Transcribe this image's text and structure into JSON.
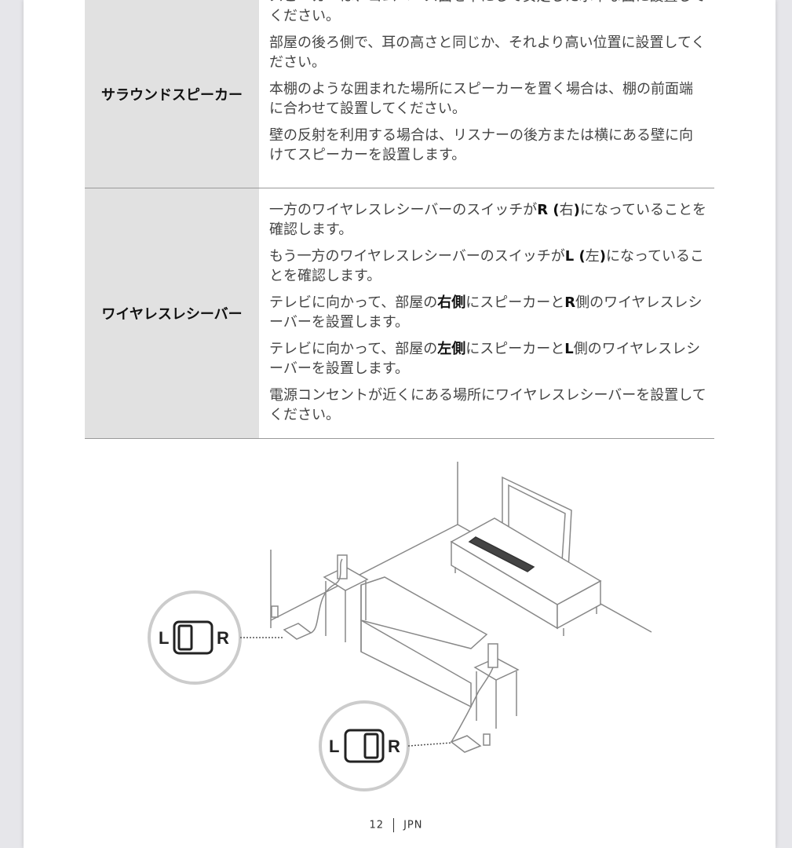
{
  "table": {
    "rows": [
      {
        "label": "サラウンドスピーカー",
        "paragraphs": [
          [
            {
              "t": "スピーカーは、ゴムベース面を下にして安定した水平な面に設置してください。",
              "b": false
            }
          ],
          [
            {
              "t": "部屋の後ろ側で、耳の高さと同じか、それより高い位置に設置してください。",
              "b": false
            }
          ],
          [
            {
              "t": "本棚のような囲まれた場所にスピーカーを置く場合は、棚の前面端に合わせて設置してください。",
              "b": false
            }
          ],
          [
            {
              "t": "壁の反射を利用する場合は、リスナーの後方または横にある壁に向けてスピーカーを設置します。",
              "b": false
            }
          ]
        ]
      },
      {
        "label": "ワイヤレスレシーバー",
        "paragraphs": [
          [
            {
              "t": "一方のワイヤレスレシーバーのスイッチが",
              "b": false
            },
            {
              "t": "R (",
              "b": true
            },
            {
              "t": "右",
              "b": false
            },
            {
              "t": ")",
              "b": true
            },
            {
              "t": "になっていることを確認します。",
              "b": false
            }
          ],
          [
            {
              "t": "もう一方のワイヤレスレシーバーのスイッチが",
              "b": false
            },
            {
              "t": "L (",
              "b": true
            },
            {
              "t": "左",
              "b": false
            },
            {
              "t": ")",
              "b": true
            },
            {
              "t": "になっていることを確認します。",
              "b": false
            }
          ],
          [
            {
              "t": "テレビに向かって、部屋の",
              "b": false
            },
            {
              "t": "右側",
              "b": true
            },
            {
              "t": "にスピーカーと",
              "b": false
            },
            {
              "t": "R",
              "b": true
            },
            {
              "t": "側のワイヤレスレシーバーを設置します。",
              "b": false
            }
          ],
          [
            {
              "t": "テレビに向かって、部屋の",
              "b": false
            },
            {
              "t": "左側",
              "b": true
            },
            {
              "t": "にスピーカーと",
              "b": false
            },
            {
              "t": "L",
              "b": true
            },
            {
              "t": "側のワイヤレスレシーバーを設置します。",
              "b": false
            }
          ],
          [
            {
              "t": "電源コンセントが近くにある場所にワイヤレスレシーバーを設置してください。",
              "b": false
            }
          ]
        ]
      }
    ]
  },
  "illustration": {
    "switch_left_label": "L",
    "switch_right_label": "R"
  },
  "footer": {
    "page_number": "12",
    "language": "JPN"
  }
}
